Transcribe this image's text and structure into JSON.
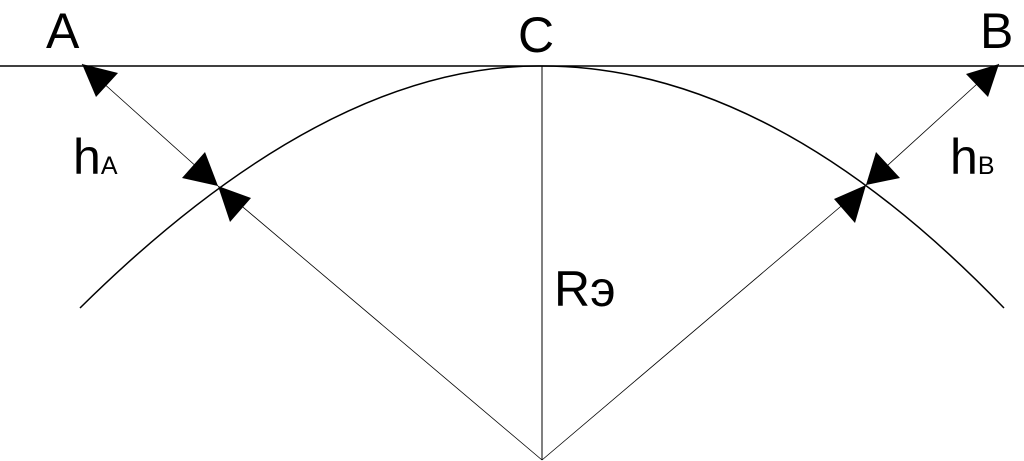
{
  "labels": {
    "point_a": "A",
    "point_b": "B",
    "point_c": "C",
    "height_a_main": "h",
    "height_a_sub": "A",
    "height_b_main": "h",
    "height_b_sub": "B",
    "radius_main": "R",
    "radius_sub": "э"
  },
  "colors": {
    "stroke": "#000000",
    "background": "#ffffff"
  }
}
